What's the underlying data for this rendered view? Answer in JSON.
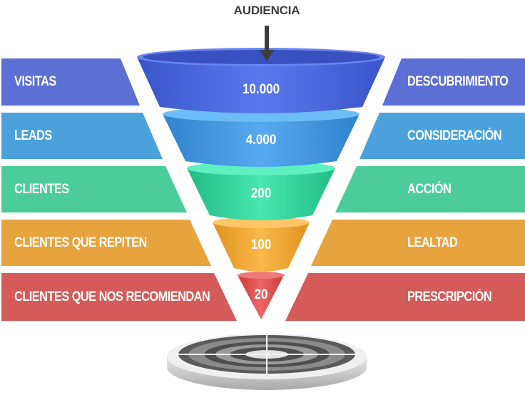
{
  "header": {
    "title": "AUDIENCIA"
  },
  "stages": [
    {
      "left_label": "VISITAS",
      "value": "10.000",
      "right_label": "DESCUBRIMIENTO",
      "color": "#5b6fd4",
      "funnel_color": "#4462d9"
    },
    {
      "left_label": "LEADS",
      "value": "4.000",
      "right_label": "CONSIDERACIÓN",
      "color": "#4aa1dc",
      "funnel_color": "#3b93de"
    },
    {
      "left_label": "CLIENTES",
      "value": "200",
      "right_label": "ACCIÓN",
      "color": "#4ccc9a",
      "funnel_color": "#2fd49a"
    },
    {
      "left_label": "CLIENTES QUE REPITEN",
      "value": "100",
      "right_label": "LEALTAD",
      "color": "#e7a33d",
      "funnel_color": "#f0a52c"
    },
    {
      "left_label": "CLIENTES QUE NOS RECOMIENDAN",
      "value": "20",
      "right_label": "PRESCRIPCIÓN",
      "color": "#d55a5a",
      "funnel_color": "#dc4a4a"
    }
  ],
  "icons": {
    "arrow": "arrow-down-icon",
    "target": "target-icon"
  }
}
